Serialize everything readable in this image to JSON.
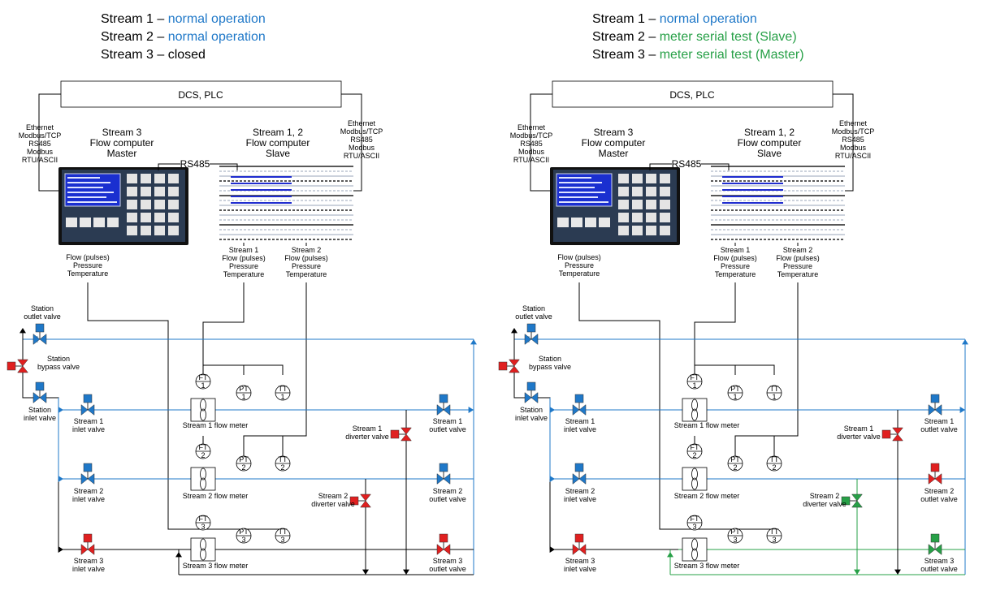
{
  "colors": {
    "normal": "#1f78c8",
    "closed": "#e02020",
    "test": "#27a047",
    "line": "#000000",
    "panel_blue": "#1f2ccf"
  },
  "left": {
    "status": [
      {
        "stream": "Stream 1 – ",
        "state": "normal operation",
        "kind": "normal"
      },
      {
        "stream": "Stream 2 – ",
        "state": "normal operation",
        "kind": "normal"
      },
      {
        "stream": "Stream 3 – ",
        "state": "closed",
        "kind": "plain"
      }
    ]
  },
  "right": {
    "status": [
      {
        "stream": "Stream 1 – ",
        "state": "normal operation",
        "kind": "normal"
      },
      {
        "stream": "Stream 2 – ",
        "state": "meter serial test (Slave)",
        "kind": "test"
      },
      {
        "stream": "Stream 3 – ",
        "state": "meter serial test (Master)",
        "kind": "test"
      }
    ]
  },
  "labels": {
    "dcs": "DCS, PLC",
    "comm": [
      "Ethernet",
      "Modbus/TCP",
      "RS485",
      "Modbus",
      "RTU/ASCII"
    ],
    "master": [
      "Stream 3",
      "Flow computer",
      "Master"
    ],
    "slave": [
      "Stream 1, 2",
      "Flow computer",
      "Slave"
    ],
    "rs485": "RS485",
    "master_signals": [
      "Flow (pulses)",
      "Pressure",
      "Temperature"
    ],
    "s1_signals": [
      "Stream 1",
      "Flow (pulses)",
      "Pressure",
      "Temperature"
    ],
    "s2_signals": [
      "Stream 2",
      "Flow (pulses)",
      "Pressure",
      "Temperature"
    ],
    "station_outlet": [
      "Station",
      "outlet valve"
    ],
    "station_bypass": [
      "Station",
      "bypass valve"
    ],
    "station_inlet": [
      "Station",
      "inlet valve"
    ],
    "s1_inlet": [
      "Stream 1",
      "inlet valve"
    ],
    "s2_inlet": [
      "Stream 2",
      "inlet valve"
    ],
    "s3_inlet": [
      "Stream 3",
      "inlet valve"
    ],
    "s1_outlet": [
      "Stream 1",
      "outlet valve"
    ],
    "s2_outlet": [
      "Stream 2",
      "outlet valve"
    ],
    "s3_outlet": [
      "Stream 3",
      "outlet valve"
    ],
    "s1_diverter": [
      "Stream 1",
      "diverter valve"
    ],
    "s2_diverter": [
      "Stream 2",
      "diverter valve"
    ],
    "s1_meter": "Stream 1 flow meter",
    "s2_meter": "Stream 2 flow meter",
    "s3_meter": "Stream 3 flow meter",
    "ft": "FT",
    "pt": "PT",
    "tt": "TT",
    "n1": "1",
    "n2": "2",
    "n3": "3"
  },
  "valve_states": {
    "left": {
      "station_outlet": "normal",
      "station_bypass": "closed",
      "station_inlet": "normal",
      "s1_inlet": "normal",
      "s2_inlet": "normal",
      "s3_inlet": "closed",
      "s1_outlet": "normal",
      "s2_outlet": "normal",
      "s3_outlet": "closed",
      "s1_diverter": "closed",
      "s2_diverter": "closed"
    },
    "right": {
      "station_outlet": "normal",
      "station_bypass": "closed",
      "station_inlet": "normal",
      "s1_inlet": "normal",
      "s2_inlet": "normal",
      "s3_inlet": "closed",
      "s1_outlet": "normal",
      "s2_outlet": "closed",
      "s3_outlet": "test",
      "s1_diverter": "closed",
      "s2_diverter": "test"
    }
  }
}
